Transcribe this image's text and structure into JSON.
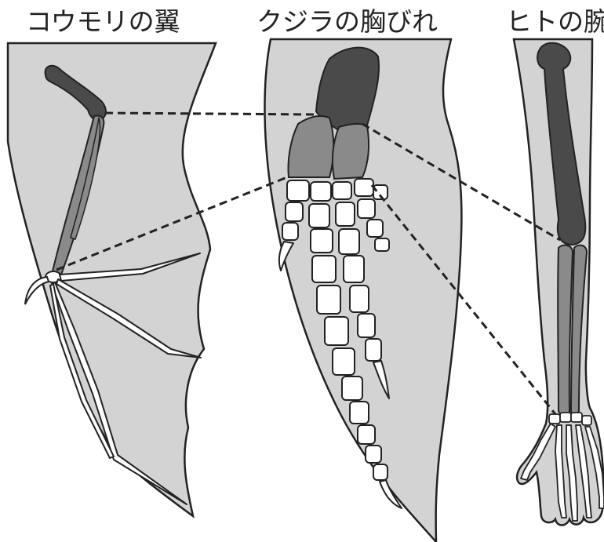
{
  "labels": {
    "bat": "コウモリの翼",
    "whale": "クジラの胸びれ",
    "human": "ヒトの腕"
  },
  "colors": {
    "skin": "#d3d3d3",
    "outline": "#222222",
    "upper_arm_bone": "#4a4a4a",
    "forearm_bones": "#8a8a8a",
    "hand_bones": "#ffffff",
    "connector_lines": "#222222"
  }
}
